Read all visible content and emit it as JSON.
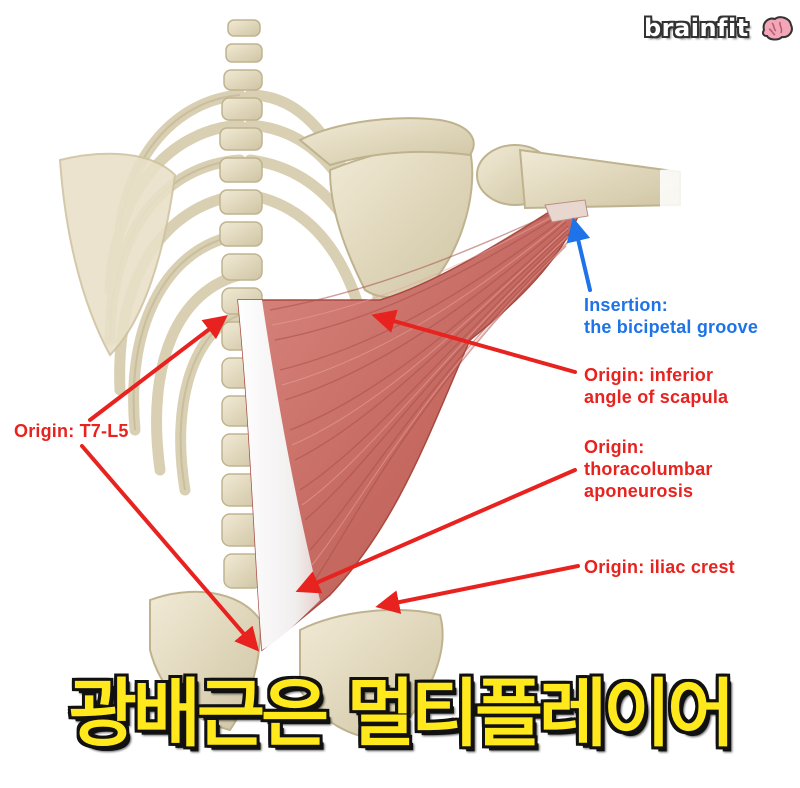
{
  "brand": {
    "logo_text": "brainfit",
    "icon": "brain-icon"
  },
  "labels": {
    "insertion": [
      "Insertion:",
      "the bicipetal groove"
    ],
    "inferior_angle": [
      "Origin: inferior",
      "angle of scapula"
    ],
    "thoracolumbar": [
      "Origin:",
      "thoracolumbar",
      "aponeurosis"
    ],
    "iliac_crest": [
      "Origin: iliac crest"
    ],
    "t7_l5": [
      "Origin: T7-L5"
    ]
  },
  "caption": "광배근은 멀티플레이어",
  "colors": {
    "origin_label": "#e8231f",
    "insertion_label": "#1e73e8",
    "muscle": "#c9716a",
    "bone": "#e6dcc0",
    "caption": "#ffe81c"
  }
}
